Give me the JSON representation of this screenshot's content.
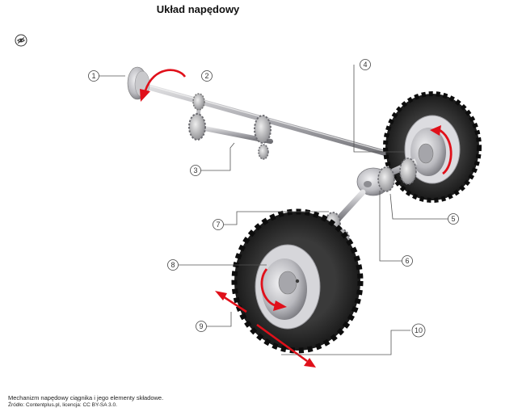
{
  "page": {
    "title": "Układ napędowy"
  },
  "toolbar": {
    "visibility_toggle_icon": "eye-slash-icon"
  },
  "diagram": {
    "callouts": [
      "1",
      "2",
      "3",
      "4",
      "5",
      "6",
      "7",
      "8",
      "9",
      "10"
    ]
  },
  "caption": {
    "text": "Mechanizm napędowy ciągnika i jego elementy składowe.",
    "source": "Źródło: Contentplus.pl, licencja: CC BY-SA 3.0."
  },
  "colors": {
    "arrow": "#e0101a",
    "tire": "#1e1e1e",
    "metal": "#b4b4b8"
  }
}
